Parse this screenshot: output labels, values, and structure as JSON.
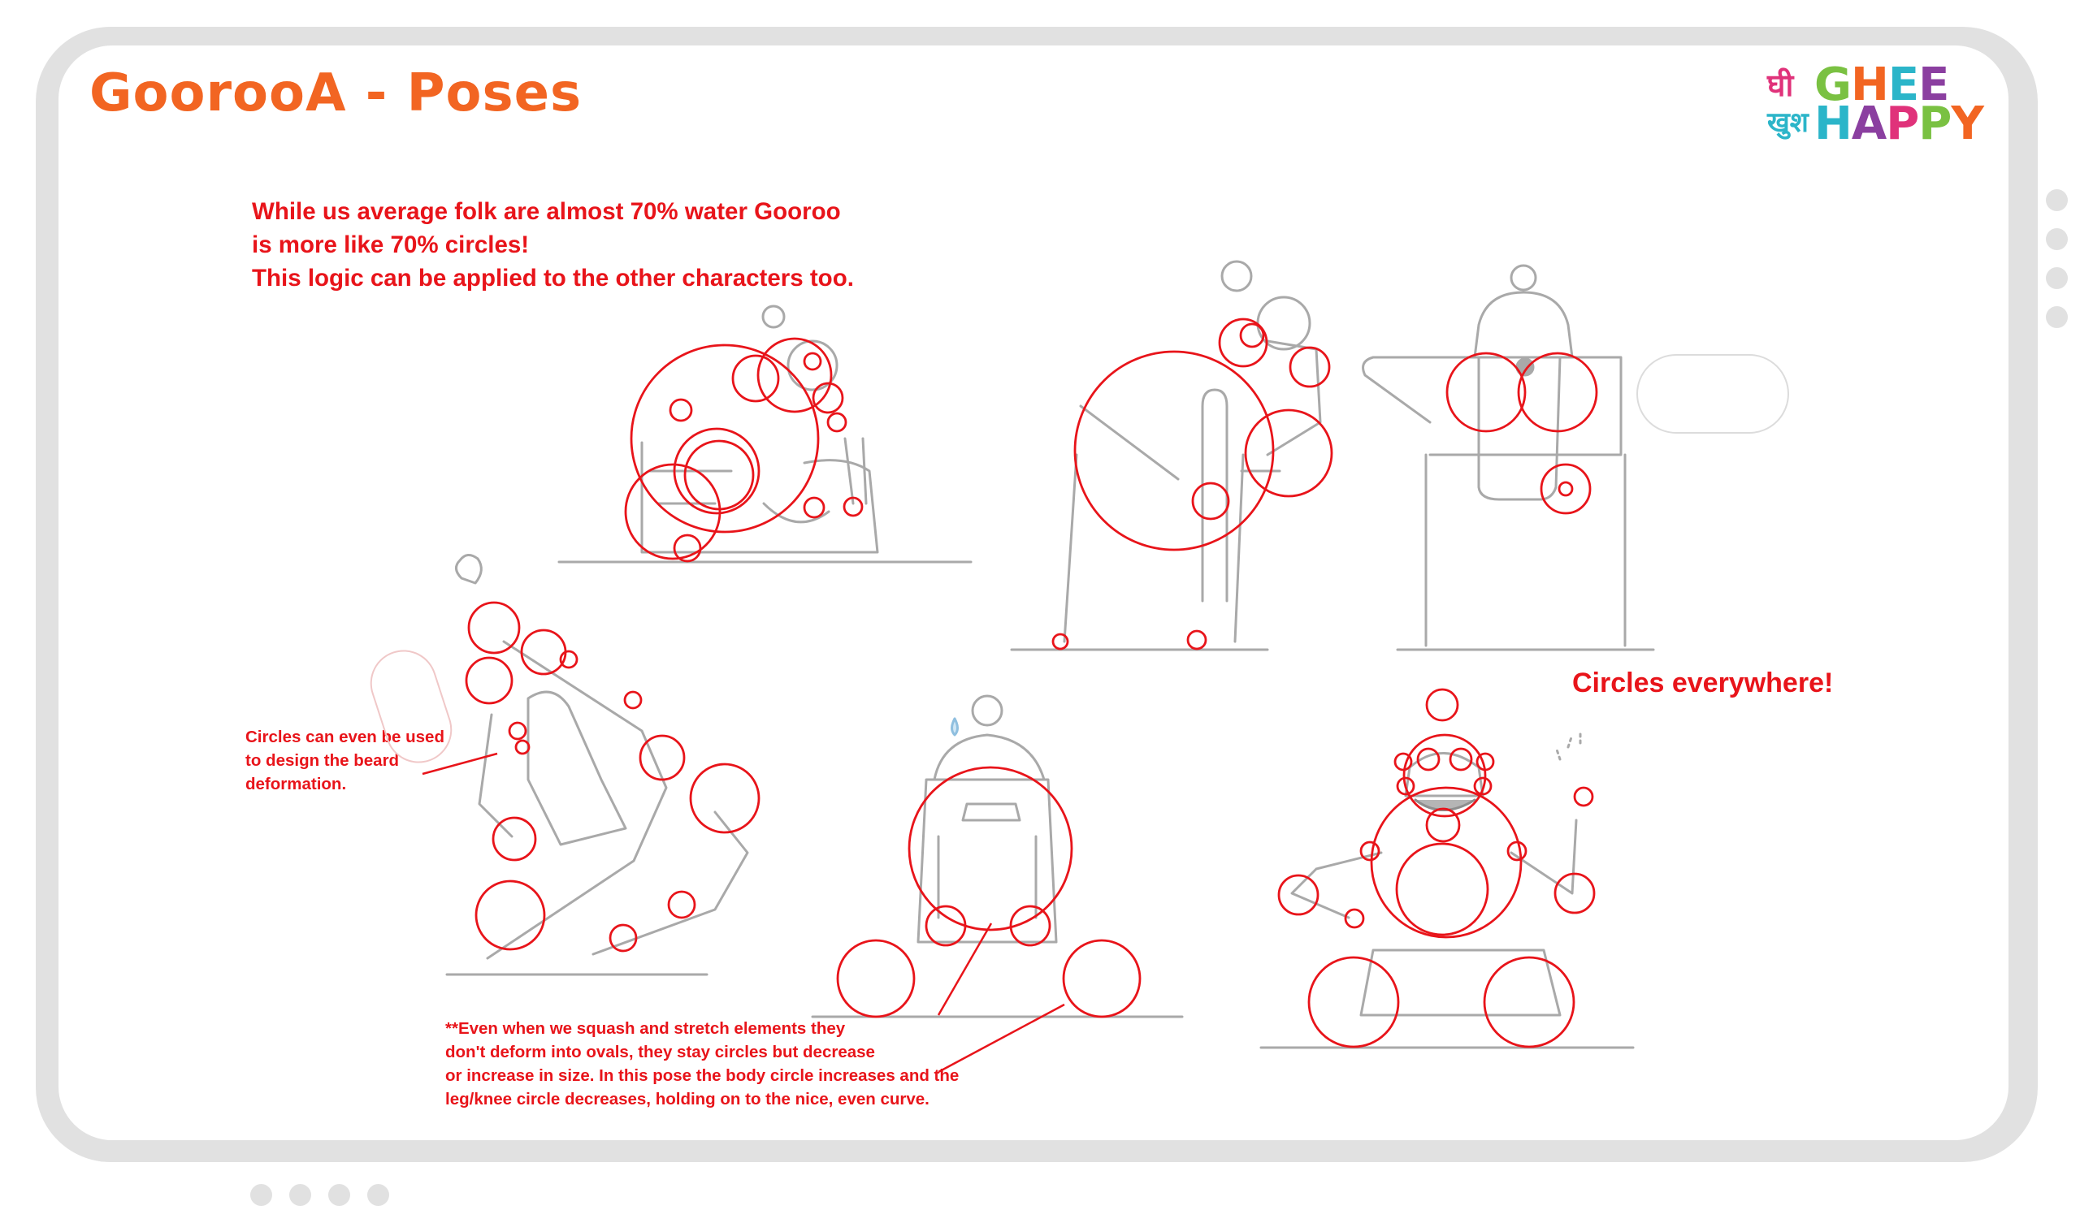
{
  "header": {
    "title": "GoorooA - Poses"
  },
  "logo": {
    "hindi_top": "घी",
    "hindi_bottom": "खुश",
    "word_top": "GHEE",
    "word_bottom": "HAPPY",
    "colors": [
      "#e0327a",
      "#7ac142",
      "#f26522",
      "#2bb5c9",
      "#8b3fa0"
    ]
  },
  "intro": {
    "lines": [
      "While us average folk are almost 70% water Gooroo",
      "is more like 70% circles!",
      "This logic can be applied to the other characters too."
    ]
  },
  "callout": "Circles everywhere!",
  "notes": {
    "beard": [
      "Circles can even be used",
      "to design the beard",
      "deformation."
    ],
    "squash": [
      "**Even when we squash and stretch elements they",
      "don't deform into ovals, they stay circles but decrease",
      "or increase in size. In this pose the body circle increases and the",
      "leg/knee circle decreases, holding on to the nice, even curve."
    ]
  },
  "colors": {
    "accent_red": "#e8141a",
    "title_orange": "#f26522",
    "sketch_grey": "#a9a9a9",
    "frame_grey": "#e1e1e1"
  },
  "pagination": {
    "side_dots": 4,
    "bottom_dots": 4
  }
}
